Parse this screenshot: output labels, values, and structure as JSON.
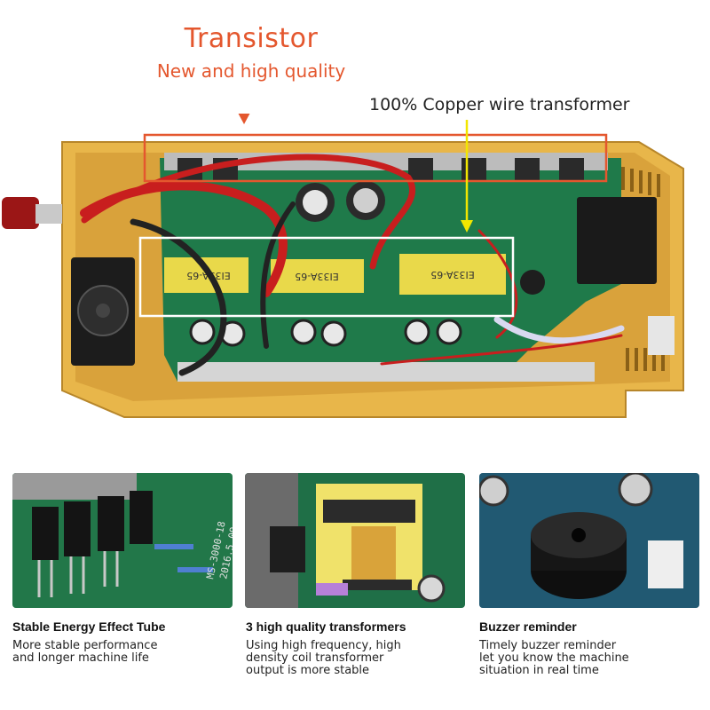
{
  "headline": {
    "title": "Transistor",
    "subtitle": "New and high quality",
    "copper_label": "100% Copper wire transformer"
  },
  "transformer_marks": [
    "EI33A-65",
    "EI33A-65",
    "EI33A-65"
  ],
  "features": [
    {
      "title": "Stable Energy Effect Tube",
      "lines": [
        "More stable performance",
        "and longer machine life"
      ]
    },
    {
      "title": "3 high quality transformers",
      "lines": [
        "Using high frequency, high",
        "density coil transformer",
        "output is more stable"
      ]
    },
    {
      "title": "Buzzer reminder",
      "lines": [
        "Timely buzzer reminder",
        "let you know the machine",
        "situation in real time"
      ]
    }
  ],
  "board_print": [
    "MS-3000-18",
    "2016.5.09"
  ],
  "colors": {
    "accent": "#e4572e",
    "arrow_yellow": "#f2e600",
    "case_gold": "#e8b64a",
    "pcb_green": "#1f7a4a",
    "wire_red": "#c81e1e"
  }
}
